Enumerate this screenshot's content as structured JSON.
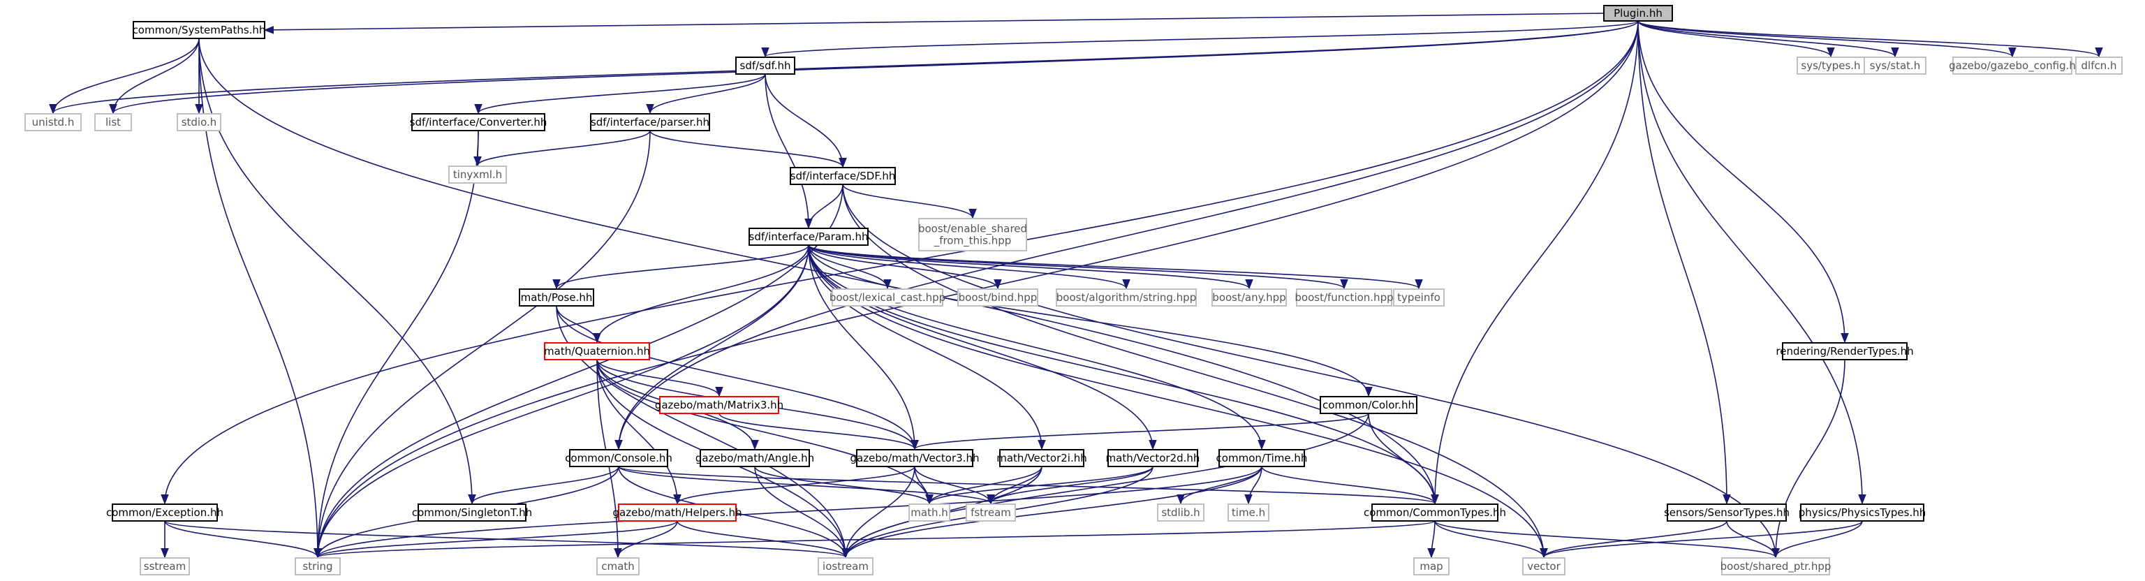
{
  "colors": {
    "edge": "#191970",
    "node_border_default": "#000000",
    "node_border_system": "#bfbfbf",
    "node_border_truncated": "#ff0000",
    "root_fill": "#bfbfbf",
    "node_fill": "#ffffff",
    "text": "#000000",
    "text_system": "#555555"
  },
  "nodes": [
    {
      "id": "plugin",
      "label": "Plugin.hh",
      "kind": "root"
    },
    {
      "id": "systempaths",
      "label": "common/SystemPaths.hh",
      "kind": "local"
    },
    {
      "id": "sdf",
      "label": "sdf/sdf.hh",
      "kind": "local"
    },
    {
      "id": "systypes",
      "label": "sys/types.h",
      "kind": "system"
    },
    {
      "id": "sysstat",
      "label": "sys/stat.h",
      "kind": "system"
    },
    {
      "id": "gzconfig",
      "label": "gazebo/gazebo_config.h",
      "kind": "system"
    },
    {
      "id": "dlfcn",
      "label": "dlfcn.h",
      "kind": "system"
    },
    {
      "id": "unistd",
      "label": "unistd.h",
      "kind": "system"
    },
    {
      "id": "list",
      "label": "list",
      "kind": "system"
    },
    {
      "id": "stdio",
      "label": "stdio.h",
      "kind": "system"
    },
    {
      "id": "converter",
      "label": "sdf/interface/Converter.hh",
      "kind": "local"
    },
    {
      "id": "parser",
      "label": "sdf/interface/parser.hh",
      "kind": "local"
    },
    {
      "id": "tinyxml",
      "label": "tinyxml.h",
      "kind": "system"
    },
    {
      "id": "sdfsdf",
      "label": "sdf/interface/SDF.hh",
      "kind": "local"
    },
    {
      "id": "enableshared",
      "label": "boost/enable_shared\n_from_this.hpp",
      "kind": "system"
    },
    {
      "id": "param",
      "label": "sdf/interface/Param.hh",
      "kind": "local"
    },
    {
      "id": "pose",
      "label": "math/Pose.hh",
      "kind": "local"
    },
    {
      "id": "lexical",
      "label": "boost/lexical_cast.hpp",
      "kind": "system"
    },
    {
      "id": "bind",
      "label": "boost/bind.hpp",
      "kind": "system"
    },
    {
      "id": "algostring",
      "label": "boost/algorithm/string.hpp",
      "kind": "system"
    },
    {
      "id": "any",
      "label": "boost/any.hpp",
      "kind": "system"
    },
    {
      "id": "function",
      "label": "boost/function.hpp",
      "kind": "system"
    },
    {
      "id": "typeinfo",
      "label": "typeinfo",
      "kind": "system"
    },
    {
      "id": "quaternion",
      "label": "math/Quaternion.hh",
      "kind": "truncated"
    },
    {
      "id": "matrix3",
      "label": "gazebo/math/Matrix3.hh",
      "kind": "truncated"
    },
    {
      "id": "rendertypes",
      "label": "rendering/RenderTypes.hh",
      "kind": "local"
    },
    {
      "id": "color",
      "label": "common/Color.hh",
      "kind": "local"
    },
    {
      "id": "console",
      "label": "common/Console.hh",
      "kind": "local"
    },
    {
      "id": "angle",
      "label": "gazebo/math/Angle.hh",
      "kind": "local"
    },
    {
      "id": "vector3",
      "label": "gazebo/math/Vector3.hh",
      "kind": "local"
    },
    {
      "id": "vector2i",
      "label": "math/Vector2i.hh",
      "kind": "local"
    },
    {
      "id": "vector2d",
      "label": "math/Vector2d.hh",
      "kind": "local"
    },
    {
      "id": "time",
      "label": "common/Time.hh",
      "kind": "local"
    },
    {
      "id": "exception",
      "label": "common/Exception.hh",
      "kind": "local"
    },
    {
      "id": "singleton",
      "label": "common/SingletonT.hh",
      "kind": "local"
    },
    {
      "id": "helpers",
      "label": "gazebo/math/Helpers.hh",
      "kind": "truncated"
    },
    {
      "id": "mathh",
      "label": "math.h",
      "kind": "system"
    },
    {
      "id": "fstream",
      "label": "fstream",
      "kind": "system"
    },
    {
      "id": "stdlib",
      "label": "stdlib.h",
      "kind": "system"
    },
    {
      "id": "timeh",
      "label": "time.h",
      "kind": "system"
    },
    {
      "id": "commontypes",
      "label": "common/CommonTypes.hh",
      "kind": "local"
    },
    {
      "id": "sensortypes",
      "label": "sensors/SensorTypes.hh",
      "kind": "local"
    },
    {
      "id": "physicstypes",
      "label": "physics/PhysicsTypes.hh",
      "kind": "local"
    },
    {
      "id": "sstream",
      "label": "sstream",
      "kind": "system"
    },
    {
      "id": "string",
      "label": "string",
      "kind": "system"
    },
    {
      "id": "cmath",
      "label": "cmath",
      "kind": "system"
    },
    {
      "id": "iostream",
      "label": "iostream",
      "kind": "system"
    },
    {
      "id": "map",
      "label": "map",
      "kind": "system"
    },
    {
      "id": "vector",
      "label": "vector",
      "kind": "system"
    },
    {
      "id": "sharedptr",
      "label": "boost/shared_ptr.hpp",
      "kind": "system"
    }
  ],
  "edges": [
    [
      "plugin",
      "systempaths"
    ],
    [
      "plugin",
      "sdf"
    ],
    [
      "plugin",
      "systypes"
    ],
    [
      "plugin",
      "sysstat"
    ],
    [
      "plugin",
      "gzconfig"
    ],
    [
      "plugin",
      "dlfcn"
    ],
    [
      "plugin",
      "unistd"
    ],
    [
      "plugin",
      "list"
    ],
    [
      "plugin",
      "string"
    ],
    [
      "plugin",
      "exception"
    ],
    [
      "plugin",
      "console"
    ],
    [
      "plugin",
      "commontypes"
    ],
    [
      "plugin",
      "rendertypes"
    ],
    [
      "plugin",
      "sensortypes"
    ],
    [
      "plugin",
      "physicstypes"
    ],
    [
      "systempaths",
      "unistd"
    ],
    [
      "systempaths",
      "list"
    ],
    [
      "systempaths",
      "stdio"
    ],
    [
      "systempaths",
      "string"
    ],
    [
      "systempaths",
      "singleton"
    ],
    [
      "systempaths",
      "commontypes"
    ],
    [
      "sdf",
      "converter"
    ],
    [
      "sdf",
      "parser"
    ],
    [
      "sdf",
      "sdfsdf"
    ],
    [
      "sdf",
      "param"
    ],
    [
      "converter",
      "tinyxml"
    ],
    [
      "converter",
      "string"
    ],
    [
      "parser",
      "tinyxml"
    ],
    [
      "parser",
      "sdfsdf"
    ],
    [
      "parser",
      "string"
    ],
    [
      "sdfsdf",
      "param"
    ],
    [
      "sdfsdf",
      "enableshared"
    ],
    [
      "sdfsdf",
      "string"
    ],
    [
      "sdfsdf",
      "vector"
    ],
    [
      "sdfsdf",
      "sharedptr"
    ],
    [
      "param",
      "pose"
    ],
    [
      "param",
      "lexical"
    ],
    [
      "param",
      "bind"
    ],
    [
      "param",
      "algostring"
    ],
    [
      "param",
      "any"
    ],
    [
      "param",
      "function"
    ],
    [
      "param",
      "typeinfo"
    ],
    [
      "param",
      "quaternion"
    ],
    [
      "param",
      "vector3"
    ],
    [
      "param",
      "vector2i"
    ],
    [
      "param",
      "vector2d"
    ],
    [
      "param",
      "color"
    ],
    [
      "param",
      "time"
    ],
    [
      "param",
      "console"
    ],
    [
      "param",
      "string"
    ],
    [
      "param",
      "vector"
    ],
    [
      "param",
      "commontypes"
    ],
    [
      "pose",
      "quaternion"
    ],
    [
      "pose",
      "vector3"
    ],
    [
      "pose",
      "iostream"
    ],
    [
      "quaternion",
      "matrix3"
    ],
    [
      "quaternion",
      "vector3"
    ],
    [
      "quaternion",
      "angle"
    ],
    [
      "quaternion",
      "helpers"
    ],
    [
      "quaternion",
      "mathh"
    ],
    [
      "quaternion",
      "iostream"
    ],
    [
      "quaternion",
      "cmath"
    ],
    [
      "matrix3",
      "vector3"
    ],
    [
      "angle",
      "iostream"
    ],
    [
      "angle",
      "mathh"
    ],
    [
      "color",
      "vector3"
    ],
    [
      "color",
      "iostream"
    ],
    [
      "color",
      "commontypes"
    ],
    [
      "console",
      "singleton"
    ],
    [
      "console",
      "string"
    ],
    [
      "console",
      "iostream"
    ],
    [
      "console",
      "fstream"
    ],
    [
      "console",
      "commontypes"
    ],
    [
      "vector3",
      "helpers"
    ],
    [
      "vector3",
      "mathh"
    ],
    [
      "vector3",
      "fstream"
    ],
    [
      "vector3",
      "iostream"
    ],
    [
      "vector2i",
      "mathh"
    ],
    [
      "vector2i",
      "fstream"
    ],
    [
      "vector2i",
      "iostream"
    ],
    [
      "vector2d",
      "mathh"
    ],
    [
      "vector2d",
      "fstream"
    ],
    [
      "vector2d",
      "iostream"
    ],
    [
      "time",
      "stdlib"
    ],
    [
      "time",
      "timeh"
    ],
    [
      "time",
      "string"
    ],
    [
      "time",
      "iostream"
    ],
    [
      "time",
      "commontypes"
    ],
    [
      "exception",
      "sstream"
    ],
    [
      "exception",
      "string"
    ],
    [
      "exception",
      "iostream"
    ],
    [
      "helpers",
      "cmath"
    ],
    [
      "helpers",
      "string"
    ],
    [
      "helpers",
      "iostream"
    ],
    [
      "commontypes",
      "string"
    ],
    [
      "commontypes",
      "map"
    ],
    [
      "commontypes",
      "vector"
    ],
    [
      "commontypes",
      "sharedptr"
    ],
    [
      "sensortypes",
      "vector"
    ],
    [
      "sensortypes",
      "sharedptr"
    ],
    [
      "physicstypes",
      "vector"
    ],
    [
      "physicstypes",
      "sharedptr"
    ],
    [
      "rendertypes",
      "sharedptr"
    ]
  ]
}
